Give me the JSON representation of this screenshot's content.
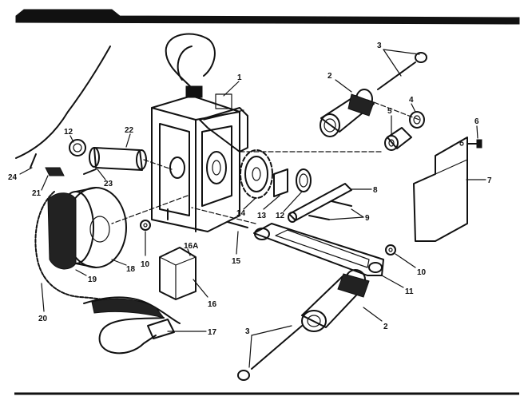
{
  "labels": {
    "l1": "1",
    "l2a": "2",
    "l2b": "2",
    "l3a": "3",
    "l3b": "3",
    "l4": "4",
    "l5": "5",
    "l6": "6",
    "l7": "7",
    "l8": "8",
    "l9": "9",
    "l10a": "10",
    "l10b": "10",
    "l11": "11",
    "l12a": "12",
    "l12b": "12",
    "l13": "13",
    "l14": "14",
    "l15": "15",
    "l16": "16",
    "l16a": "16A",
    "l17": "17",
    "l18": "18",
    "l19": "19",
    "l20": "20",
    "l21": "21",
    "l22": "22",
    "l23": "23",
    "l24": "24"
  }
}
